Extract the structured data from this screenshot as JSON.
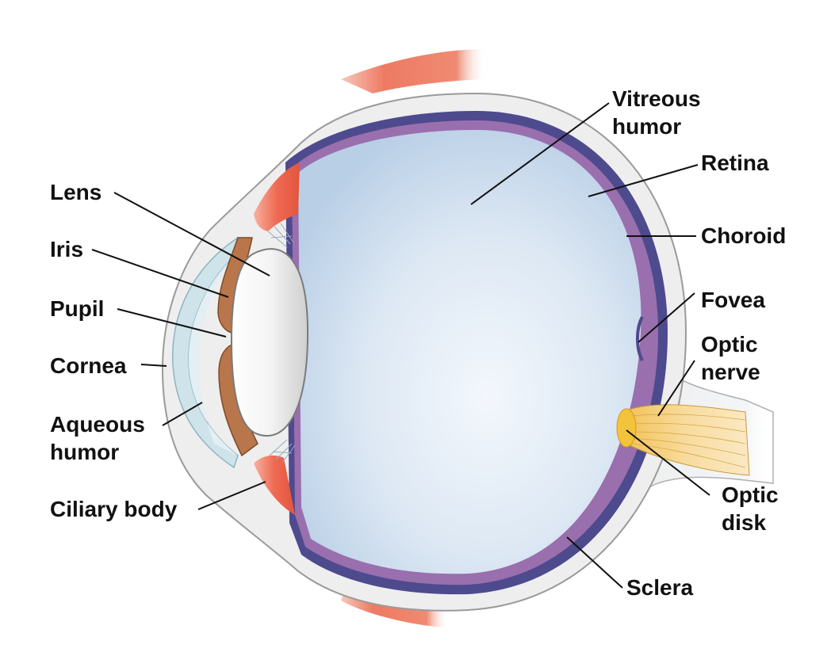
{
  "colors": {
    "sclera": "#eeeeee",
    "sclera_outline": "#9a9a9a",
    "choroid": "#4e4a8e",
    "retina": "#9a6fae",
    "vitreous": "#c9dbee",
    "vitreous_light": "#f3f7fc",
    "lens": "#f4f4f4",
    "iris": "#b9764a",
    "ciliary_body": "#ee6a52",
    "muscle": "#ee7a63",
    "cornea": "#cfe3ea",
    "optic_nerve": "#f4cf86",
    "optic_disk": "#f2c33b",
    "leader_line": "#111111"
  },
  "labels": {
    "lens": "Lens",
    "iris": "Iris",
    "pupil": "Pupil",
    "cornea": "Cornea",
    "aqueous_humor_line1": "Aqueous",
    "aqueous_humor_line2": "humor",
    "ciliary_body": "Ciliary body",
    "vitreous_humor_line1": "Vitreous",
    "vitreous_humor_line2": "humor",
    "retina": "Retina",
    "choroid": "Choroid",
    "fovea": "Fovea",
    "optic_nerve_line1": "Optic",
    "optic_nerve_line2": "nerve",
    "optic_disk_line1": "Optic",
    "optic_disk_line2": "disk",
    "sclera": "Sclera"
  }
}
